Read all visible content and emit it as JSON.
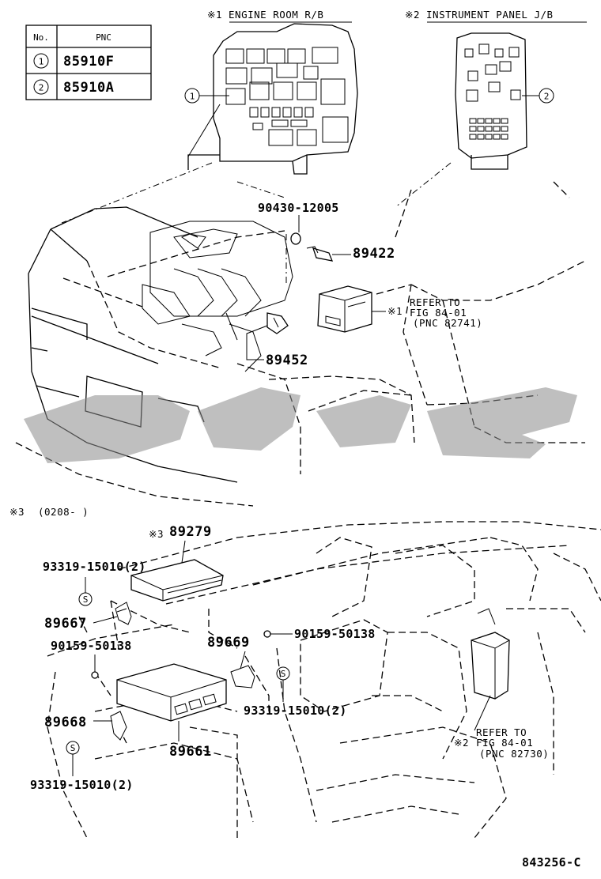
{
  "table": {
    "headers": [
      "No.",
      "PNC"
    ],
    "rows": [
      {
        "no": "1",
        "pnc": "85910F"
      },
      {
        "no": "2",
        "pnc": "85910A"
      }
    ]
  },
  "notes": {
    "engine_room_title": "※1 ENGINE ROOM R/B",
    "instrument_panel_title": "※2 INSTRUMENT PANEL J/B",
    "section3_header_mark": "※3",
    "section3_header_range": "(0208-     )"
  },
  "callouts": {
    "c1": "1",
    "c2": "2"
  },
  "parts": {
    "p90430": "90430-12005",
    "p89422": "89422",
    "p89452": "89452",
    "p89279_mark": "※3",
    "p89279": "89279",
    "p93319_a": "93319-15010(2)",
    "p89667": "89667",
    "p90159_a": "90159-50138",
    "p89669": "89669",
    "p90159_b": "90159-50138",
    "p93319_b": "93319-15010(2)",
    "p89668": "89668",
    "p89661": "89661",
    "p93319_c": "93319-15010(2)",
    "screw_mark": "S"
  },
  "refers": {
    "r1_mark": "※1",
    "r1_line1": "REFER TO",
    "r1_line2": "FIG 84-01",
    "r1_line3": "(PNC 82741)",
    "r2_mark": "※2",
    "r2_line1": "REFER TO",
    "r2_line2": "FIG 84-01",
    "r2_line3": "(PNC 82730)"
  },
  "figure_number": "843256-C"
}
